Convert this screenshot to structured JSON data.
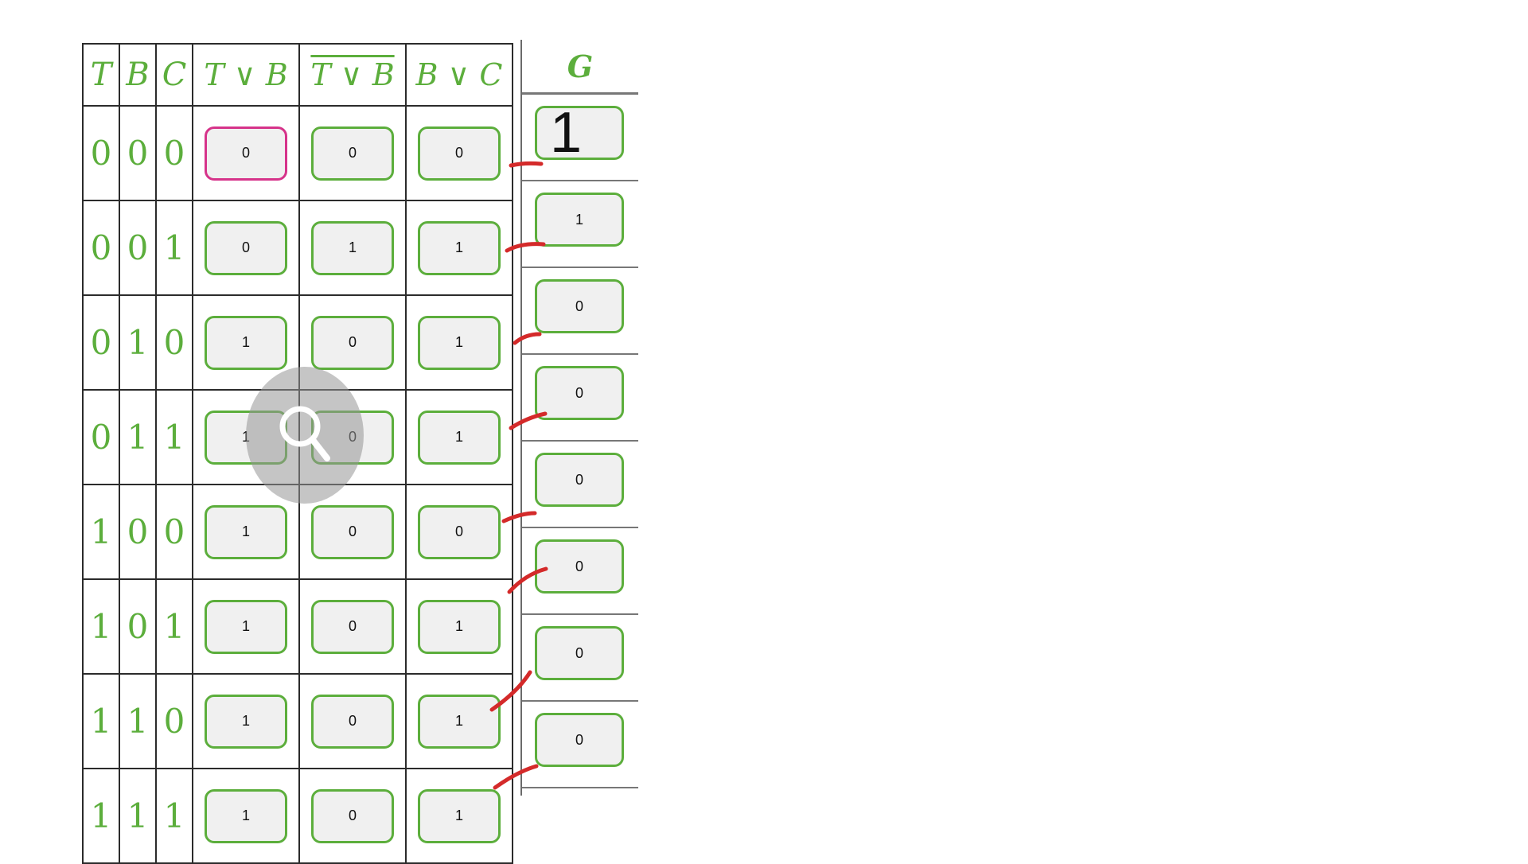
{
  "table": {
    "headers": {
      "t": "T",
      "b": "B",
      "c": "C",
      "t_or_b": "T ∨ B",
      "not_t_or_b": "T ∨ B",
      "b_or_c": "B ∨ C"
    },
    "rows": [
      {
        "t": "0",
        "b": "0",
        "c": "0",
        "t_or_b": "0",
        "not_t_or_b": "0",
        "b_or_c": "0"
      },
      {
        "t": "0",
        "b": "0",
        "c": "1",
        "t_or_b": "0",
        "not_t_or_b": "1",
        "b_or_c": "1"
      },
      {
        "t": "0",
        "b": "1",
        "c": "0",
        "t_or_b": "1",
        "not_t_or_b": "0",
        "b_or_c": "1"
      },
      {
        "t": "0",
        "b": "1",
        "c": "1",
        "t_or_b": "1",
        "not_t_or_b": "0",
        "b_or_c": "1"
      },
      {
        "t": "1",
        "b": "0",
        "c": "0",
        "t_or_b": "1",
        "not_t_or_b": "0",
        "b_or_c": "0"
      },
      {
        "t": "1",
        "b": "0",
        "c": "1",
        "t_or_b": "1",
        "not_t_or_b": "0",
        "b_or_c": "1"
      },
      {
        "t": "1",
        "b": "1",
        "c": "0",
        "t_or_b": "1",
        "not_t_or_b": "0",
        "b_or_c": "1"
      },
      {
        "t": "1",
        "b": "1",
        "c": "1",
        "t_or_b": "1",
        "not_t_or_b": "0",
        "b_or_c": "1"
      }
    ]
  },
  "g_column": {
    "header": "G",
    "values": [
      "1",
      "1",
      "0",
      "0",
      "0",
      "0",
      "0",
      "0"
    ]
  },
  "icons": {
    "magnifier": "magnifier-icon"
  },
  "colors": {
    "accent_green": "#5cae3c",
    "active_border": "#d6338a",
    "annotation_red": "#d42a2a"
  }
}
